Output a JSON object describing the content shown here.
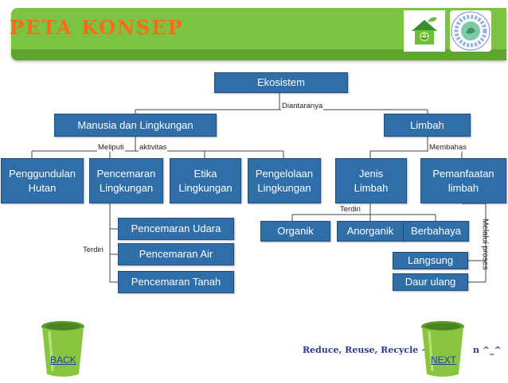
{
  "header": {
    "title": "PETA KONSEP"
  },
  "nodes": {
    "ekosistem": "Ekosistem",
    "manusia": "Manusia dan Lingkungan",
    "limbah": "Limbah",
    "penggundulan": "Penggundulan\nHutan",
    "pencemaran": "Pencemaran\nLingkungan",
    "etika": "Etika\nLingkungan",
    "pengelolaan": "Pengelolaan\nLingkungan",
    "jenis": "Jenis\nLimbah",
    "pemanfaatan": "Pemanfaatan\nlimbah",
    "udara": "Pencemaran Udara",
    "air": "Pencemaran Air",
    "tanah": "Pencemaran Tanah",
    "organik": "Organik",
    "anorganik": "Anorganik",
    "berbahaya": "Berbahaya",
    "langsung": "Langsung",
    "daur": "Daur ulang"
  },
  "labels": {
    "diantaranya": "Diantaranya",
    "meliputi": "Meliputi",
    "aktivitas": "aktivitas",
    "membahas": "Membahas",
    "terdiri_right": "Terdiri",
    "terdiri_left": "Terdiri",
    "melalui": "Melalui proses"
  },
  "footer": {
    "back": "BACK",
    "next": "NEXT",
    "slogan": "Reduce, Reuse, Recycle ~",
    "slogan_tail": "n ^_^"
  },
  "colors": {
    "box": "#2f6ea8",
    "title": "#ff6a1a",
    "bar": "#7cc342",
    "bin": "#8ac53f"
  }
}
